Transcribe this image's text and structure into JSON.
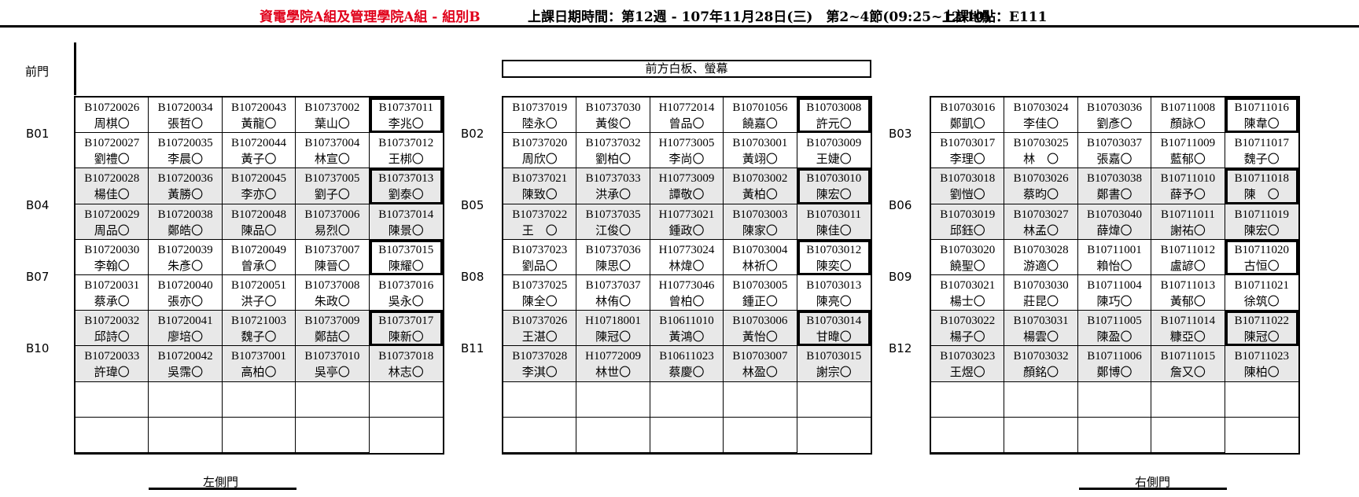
{
  "header": {
    "group": "資電學院A組及管理學院A組 - 組別B",
    "time": "上課日期時間：第12週 - 107年11月28日(三)　第2~4節(09:25~12:10)",
    "room": "上課地點：E111"
  },
  "labels": {
    "front_door": "前門",
    "whiteboard": "前方白板、螢幕",
    "left_door": "左側門",
    "right_door": "右側門"
  },
  "groups": [
    "B01",
    "B02",
    "B03",
    "B04",
    "B05",
    "B06",
    "B07",
    "B08",
    "B09",
    "B10",
    "B11",
    "B12"
  ],
  "blocks": [
    {
      "rows": [
        [
          [
            "B10720026",
            "周棋〇"
          ],
          [
            "B10720034",
            "張哲〇"
          ],
          [
            "B10720043",
            "黃龍〇"
          ],
          [
            "B10737002",
            "葉山〇"
          ],
          [
            "B10737011",
            "李兆〇"
          ]
        ],
        [
          [
            "B10720027",
            "劉禮〇"
          ],
          [
            "B10720035",
            "李晨〇"
          ],
          [
            "B10720044",
            "黃子〇"
          ],
          [
            "B10737004",
            "林宣〇"
          ],
          [
            "B10737012",
            "王梆〇"
          ]
        ],
        [
          [
            "B10720028",
            "楊佳〇"
          ],
          [
            "B10720036",
            "黃勝〇"
          ],
          [
            "B10720045",
            "李亦〇"
          ],
          [
            "B10737005",
            "劉子〇"
          ],
          [
            "B10737013",
            "劉泰〇"
          ]
        ],
        [
          [
            "B10720029",
            "周品〇"
          ],
          [
            "B10720038",
            "鄭皓〇"
          ],
          [
            "B10720048",
            "陳品〇"
          ],
          [
            "B10737006",
            "易烈〇"
          ],
          [
            "B10737014",
            "陳景〇"
          ]
        ],
        [
          [
            "B10720030",
            "李翰〇"
          ],
          [
            "B10720039",
            "朱彥〇"
          ],
          [
            "B10720049",
            "曾承〇"
          ],
          [
            "B10737007",
            "陳晉〇"
          ],
          [
            "B10737015",
            "陳耀〇"
          ]
        ],
        [
          [
            "B10720031",
            "蔡承〇"
          ],
          [
            "B10720040",
            "張亦〇"
          ],
          [
            "B10720051",
            "洪子〇"
          ],
          [
            "B10737008",
            "朱政〇"
          ],
          [
            "B10737016",
            "吳永〇"
          ]
        ],
        [
          [
            "B10720032",
            "邱詩〇"
          ],
          [
            "B10720041",
            "廖培〇"
          ],
          [
            "B10721003",
            "魏子〇"
          ],
          [
            "B10737009",
            "鄭喆〇"
          ],
          [
            "B10737017",
            "陳新〇"
          ]
        ],
        [
          [
            "B10720033",
            "許瑋〇"
          ],
          [
            "B10720042",
            "吳霈〇"
          ],
          [
            "B10737001",
            "高柏〇"
          ],
          [
            "B10737010",
            "吳亭〇"
          ],
          [
            "B10737018",
            "林志〇"
          ]
        ],
        [
          [
            "",
            ""
          ],
          [
            "",
            ""
          ],
          [
            "",
            ""
          ],
          [
            "",
            ""
          ],
          [
            "",
            ""
          ]
        ],
        [
          [
            "",
            ""
          ],
          [
            "",
            ""
          ],
          [
            "",
            ""
          ],
          [
            "",
            ""
          ],
          [
            "",
            ""
          ]
        ]
      ]
    },
    {
      "rows": [
        [
          [
            "B10737019",
            "陸永〇"
          ],
          [
            "B10737030",
            "黃俊〇"
          ],
          [
            "H10772014",
            "曾品〇"
          ],
          [
            "B10701056",
            "饒嘉〇"
          ],
          [
            "B10703008",
            "許元〇"
          ]
        ],
        [
          [
            "B10737020",
            "周欣〇"
          ],
          [
            "B10737032",
            "劉柏〇"
          ],
          [
            "H10773005",
            "李尚〇"
          ],
          [
            "B10703001",
            "黃翊〇"
          ],
          [
            "B10703009",
            "王婕〇"
          ]
        ],
        [
          [
            "B10737021",
            "陳致〇"
          ],
          [
            "B10737033",
            "洪承〇"
          ],
          [
            "H10773009",
            "譚敬〇"
          ],
          [
            "B10703002",
            "黃柏〇"
          ],
          [
            "B10703010",
            "陳宏〇"
          ]
        ],
        [
          [
            "B10737022",
            "王　〇"
          ],
          [
            "B10737035",
            "江俊〇"
          ],
          [
            "H10773021",
            "鍾政〇"
          ],
          [
            "B10703003",
            "陳家〇"
          ],
          [
            "B10703011",
            "陳佳〇"
          ]
        ],
        [
          [
            "B10737023",
            "劉品〇"
          ],
          [
            "B10737036",
            "陳思〇"
          ],
          [
            "H10773024",
            "林煒〇"
          ],
          [
            "B10703004",
            "林祈〇"
          ],
          [
            "B10703012",
            "陳奕〇"
          ]
        ],
        [
          [
            "B10737025",
            "陳全〇"
          ],
          [
            "B10737037",
            "林侑〇"
          ],
          [
            "H10773046",
            "曾柏〇"
          ],
          [
            "B10703005",
            "鍾正〇"
          ],
          [
            "B10703013",
            "陳亮〇"
          ]
        ],
        [
          [
            "B10737026",
            "王湛〇"
          ],
          [
            "H10718001",
            "陳冠〇"
          ],
          [
            "B10611010",
            "黃鴻〇"
          ],
          [
            "B10703006",
            "黃怡〇"
          ],
          [
            "B10703014",
            "甘暐〇"
          ]
        ],
        [
          [
            "B10737028",
            "李淇〇"
          ],
          [
            "H10772009",
            "林世〇"
          ],
          [
            "B10611023",
            "蔡慶〇"
          ],
          [
            "B10703007",
            "林盈〇"
          ],
          [
            "B10703015",
            "謝宗〇"
          ]
        ],
        [
          [
            "",
            ""
          ],
          [
            "",
            ""
          ],
          [
            "",
            ""
          ],
          [
            "",
            ""
          ],
          [
            "",
            ""
          ]
        ],
        [
          [
            "",
            ""
          ],
          [
            "",
            ""
          ],
          [
            "",
            ""
          ],
          [
            "",
            ""
          ],
          [
            "",
            ""
          ]
        ]
      ]
    },
    {
      "rows": [
        [
          [
            "B10703016",
            "鄭凱〇"
          ],
          [
            "B10703024",
            "李佳〇"
          ],
          [
            "B10703036",
            "劉彥〇"
          ],
          [
            "B10711008",
            "顏詠〇"
          ],
          [
            "B10711016",
            "陳韋〇"
          ]
        ],
        [
          [
            "B10703017",
            "李理〇"
          ],
          [
            "B10703025",
            "林　〇"
          ],
          [
            "B10703037",
            "張嘉〇"
          ],
          [
            "B10711009",
            "藍郁〇"
          ],
          [
            "B10711017",
            "魏子〇"
          ]
        ],
        [
          [
            "B10703018",
            "劉愷〇"
          ],
          [
            "B10703026",
            "蔡昀〇"
          ],
          [
            "B10703038",
            "鄭書〇"
          ],
          [
            "B10711010",
            "薛予〇"
          ],
          [
            "B10711018",
            "陳　〇"
          ]
        ],
        [
          [
            "B10703019",
            "邱鈺〇"
          ],
          [
            "B10703027",
            "林孟〇"
          ],
          [
            "B10703040",
            "薛煒〇"
          ],
          [
            "B10711011",
            "謝祐〇"
          ],
          [
            "B10711019",
            "陳宏〇"
          ]
        ],
        [
          [
            "B10703020",
            "饒聖〇"
          ],
          [
            "B10703028",
            "游適〇"
          ],
          [
            "B10711001",
            "賴怡〇"
          ],
          [
            "B10711012",
            "盧諺〇"
          ],
          [
            "B10711020",
            "古恒〇"
          ]
        ],
        [
          [
            "B10703021",
            "楊士〇"
          ],
          [
            "B10703030",
            "莊昆〇"
          ],
          [
            "B10711004",
            "陳巧〇"
          ],
          [
            "B10711013",
            "黃郁〇"
          ],
          [
            "B10711021",
            "徐筑〇"
          ]
        ],
        [
          [
            "B10703022",
            "楊子〇"
          ],
          [
            "B10703031",
            "楊雲〇"
          ],
          [
            "B10711005",
            "陳盈〇"
          ],
          [
            "B10711014",
            "糠亞〇"
          ],
          [
            "B10711022",
            "陳冠〇"
          ]
        ],
        [
          [
            "B10703023",
            "王煜〇"
          ],
          [
            "B10703032",
            "顏銘〇"
          ],
          [
            "B10711006",
            "鄭博〇"
          ],
          [
            "B10711015",
            "詹又〇"
          ],
          [
            "B10711023",
            "陳柏〇"
          ]
        ],
        [
          [
            "",
            ""
          ],
          [
            "",
            ""
          ],
          [
            "",
            ""
          ],
          [
            "",
            ""
          ],
          [
            "",
            ""
          ]
        ],
        [
          [
            "",
            ""
          ],
          [
            "",
            ""
          ],
          [
            "",
            ""
          ],
          [
            "",
            ""
          ],
          [
            "",
            ""
          ]
        ]
      ]
    }
  ]
}
